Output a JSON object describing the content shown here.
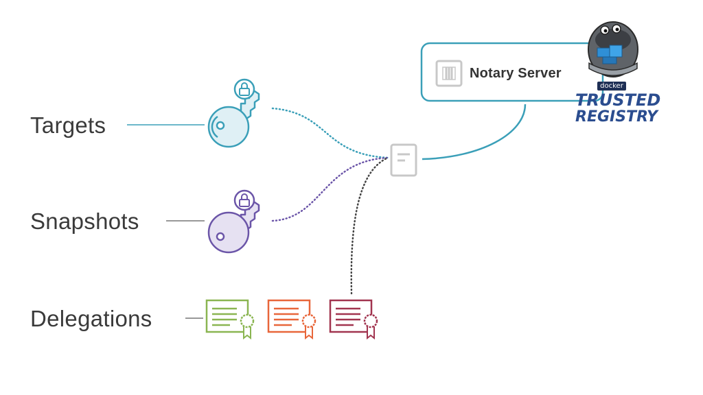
{
  "labels": {
    "targets": "Targets",
    "snapshots": "Snapshots",
    "delegations": "Delegations"
  },
  "server": {
    "label": "Notary Server"
  },
  "logo": {
    "docker": "docker",
    "line1": "TRUSTED",
    "line2": "REGISTRY"
  },
  "colors": {
    "targets": "#3a9fb8",
    "snapshots": "#6b55a8",
    "delegation_green": "#8ab551",
    "delegation_orange": "#e8663a",
    "delegation_maroon": "#a1344f",
    "server_border": "#3a9fb8",
    "connector": "#3a9fb8",
    "text": "#3a3a3a"
  },
  "icons": {
    "targets_key": "key-with-lock-icon",
    "snapshots_key": "key-with-lock-icon",
    "delegation_certs": [
      "certificate-icon",
      "certificate-icon",
      "certificate-icon"
    ],
    "server": "server-icon",
    "hub": "document-icon"
  }
}
